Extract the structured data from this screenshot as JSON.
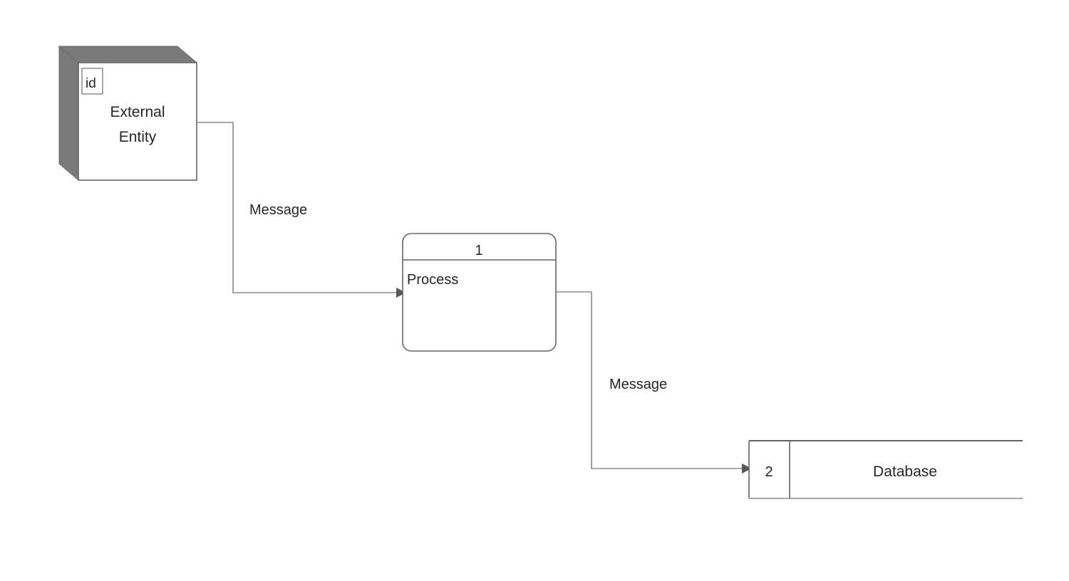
{
  "diagram": {
    "type": "data-flow-diagram",
    "background_color": "#ffffff",
    "line_color": "#8a8a8a",
    "shape_stroke_color": "#666666",
    "entity_side_color": "#7a7a7a",
    "text_color": "#262626"
  },
  "nodes": {
    "external_entity": {
      "id_tag": "id",
      "label_line1": "External",
      "label_line2": "Entity",
      "shape": "3d-box"
    },
    "process": {
      "number": "1",
      "label": "Process",
      "shape": "rounded-rectangle"
    },
    "datastore": {
      "number": "2",
      "label": "Database",
      "shape": "open-ended-rectangle"
    }
  },
  "flows": [
    {
      "label": "Message",
      "from": "external-entity",
      "to": "process"
    },
    {
      "label": "Message",
      "from": "process",
      "to": "datastore"
    }
  ]
}
